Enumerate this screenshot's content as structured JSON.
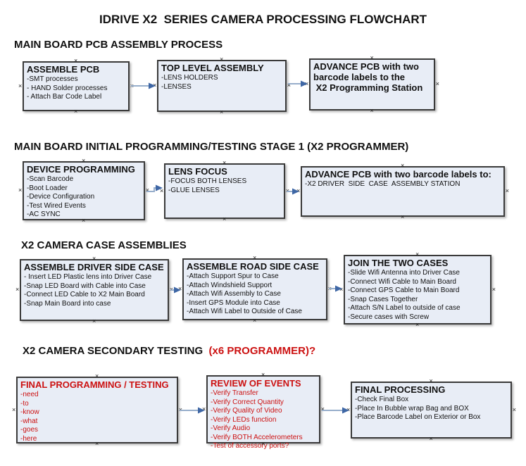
{
  "title": "IDRIVE X2  SERIES CAMERA PROCESSING FLOWCHART",
  "colors": {
    "box_fill": "#e8edf6",
    "box_border": "#3a3a3a",
    "arrow_line": "#97aecb",
    "arrow_head": "#3f67a5",
    "red_text": "#cc1111",
    "black_text": "#111111",
    "background": "#ffffff"
  },
  "icons": {
    "connection_point": "×",
    "arrow_right": "→"
  },
  "sections": [
    {
      "heading": "MAIN BOARD PCB ASSEMBLY PROCESS",
      "boxes": [
        {
          "title": "ASSEMBLE PCB",
          "lines": [
            "-SMT processes",
            "- HAND Solder processes",
            "- Attach Bar Code Label"
          ]
        },
        {
          "title": "TOP LEVEL ASSEMBLY",
          "lines": [
            "-LENS HOLDERS",
            "-LENSES"
          ]
        },
        {
          "title": "ADVANCE PCB with two barcode labels to the\n X2 Programming Station",
          "lines": []
        }
      ]
    },
    {
      "heading": "MAIN BOARD INITIAL PROGRAMMING/TESTING STAGE 1 (X2 PROGRAMMER)",
      "boxes": [
        {
          "title": "DEVICE PROGRAMMING",
          "lines": [
            "-Scan Barcode",
            "-Boot Loader",
            "-Device Configuration",
            "-Test Wired Events",
            "-AC SYNC"
          ]
        },
        {
          "title": "LENS FOCUS",
          "lines": [
            "-FOCUS BOTH LENSES",
            "-GLUE LENSES"
          ]
        },
        {
          "title": "ADVANCE PCB with two barcode labels to:",
          "lines": [
            "-X2 DRIVER  SIDE  CASE  ASSEMBLY STATION"
          ]
        }
      ]
    },
    {
      "heading": "X2 CAMERA CASE ASSEMBLIES",
      "boxes": [
        {
          "title": "ASSEMBLE DRIVER SIDE CASE",
          "lines": [
            "- Insert LED Plastic lens into Driver Case",
            "-Snap LED Board with Cable into Case",
            "-Connect LED Cable to X2 Main Board",
            "-Snap Main Board into case"
          ]
        },
        {
          "title": "ASSEMBLE ROAD SIDE CASE",
          "lines": [
            "-Attach Support Spur to Case",
            "-Attach Windshield Support",
            "-Attach Wifi Assembly to Case",
            "-Insert GPS Module into Case",
            "-Attach Wifi Label to Outside of Case"
          ]
        },
        {
          "title": "JOIN THE TWO CASES",
          "lines": [
            "-Slide Wifi Antenna into Driver Case",
            "-Connect Wifi Cable to Main Board",
            "-Connect GPS Cable to Main Board",
            "-Snap Cases Together",
            "-Attach S/N Label to outside of case",
            "-Secure cases with Screw"
          ]
        }
      ]
    },
    {
      "heading_black": "X2 CAMERA SECONDARY TESTING  ",
      "heading_red": "(x6 PROGRAMMER)?",
      "boxes": [
        {
          "title": "FINAL PROGRAMMING / TESTING",
          "lines": [
            "-need",
            "-to",
            "-know",
            "-what",
            "-goes",
            "-here"
          ]
        },
        {
          "title": "REVIEW OF EVENTS",
          "lines": [
            "-Verify Transfer",
            "-Verify Correct Quantity",
            "-Verify Quality of Video",
            "-Verify LEDs function",
            "-Verify Audio",
            "-Verify BOTH Accelerometers",
            "-Test of accessory ports?"
          ]
        },
        {
          "title": "FINAL PROCESSING",
          "lines": [
            "-Check Final Box",
            "-Place In Bubble wrap Bag and BOX",
            "-Place Barcode Label on Exterior or Box"
          ]
        }
      ]
    }
  ]
}
